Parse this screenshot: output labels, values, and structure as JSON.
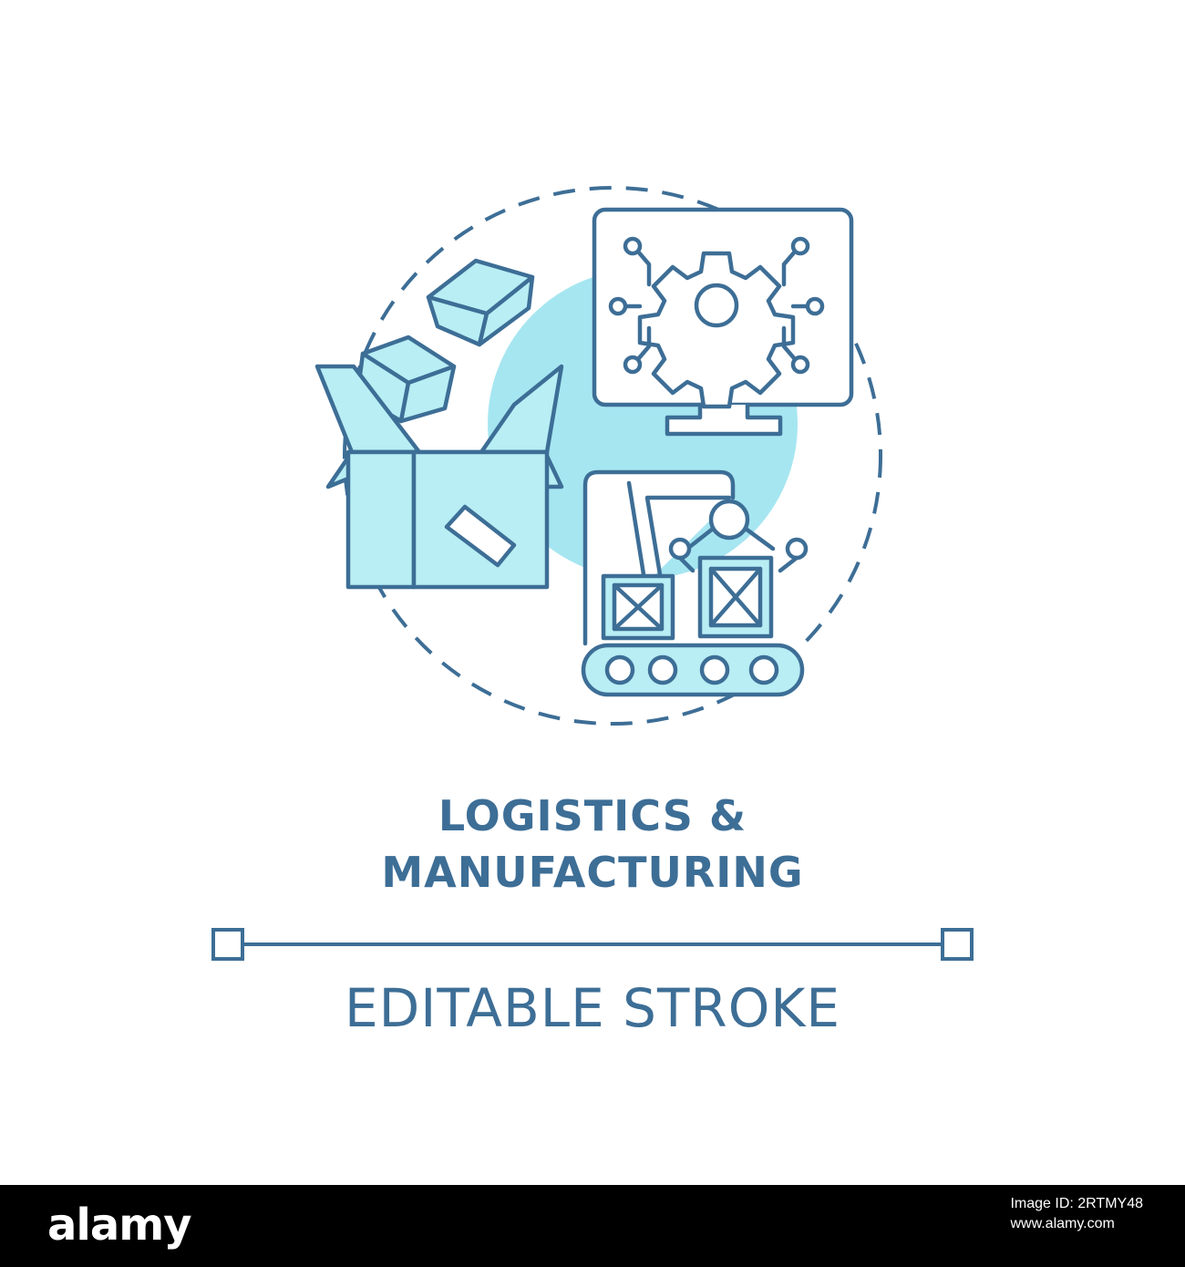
{
  "icon": {
    "colors": {
      "stroke": "#3d6e96",
      "fill": "#b8eef4",
      "circle": "#a6e6f1",
      "background": "#ffffff"
    }
  },
  "title": {
    "line1": "LOGISTICS &",
    "line2": "MANUFACTURING"
  },
  "subtitle": "EDITABLE STROKE",
  "watermark": {
    "logo": "alamy",
    "image_id_label": "Image ID: 2RTMY48",
    "url": "www.alamy.com"
  }
}
